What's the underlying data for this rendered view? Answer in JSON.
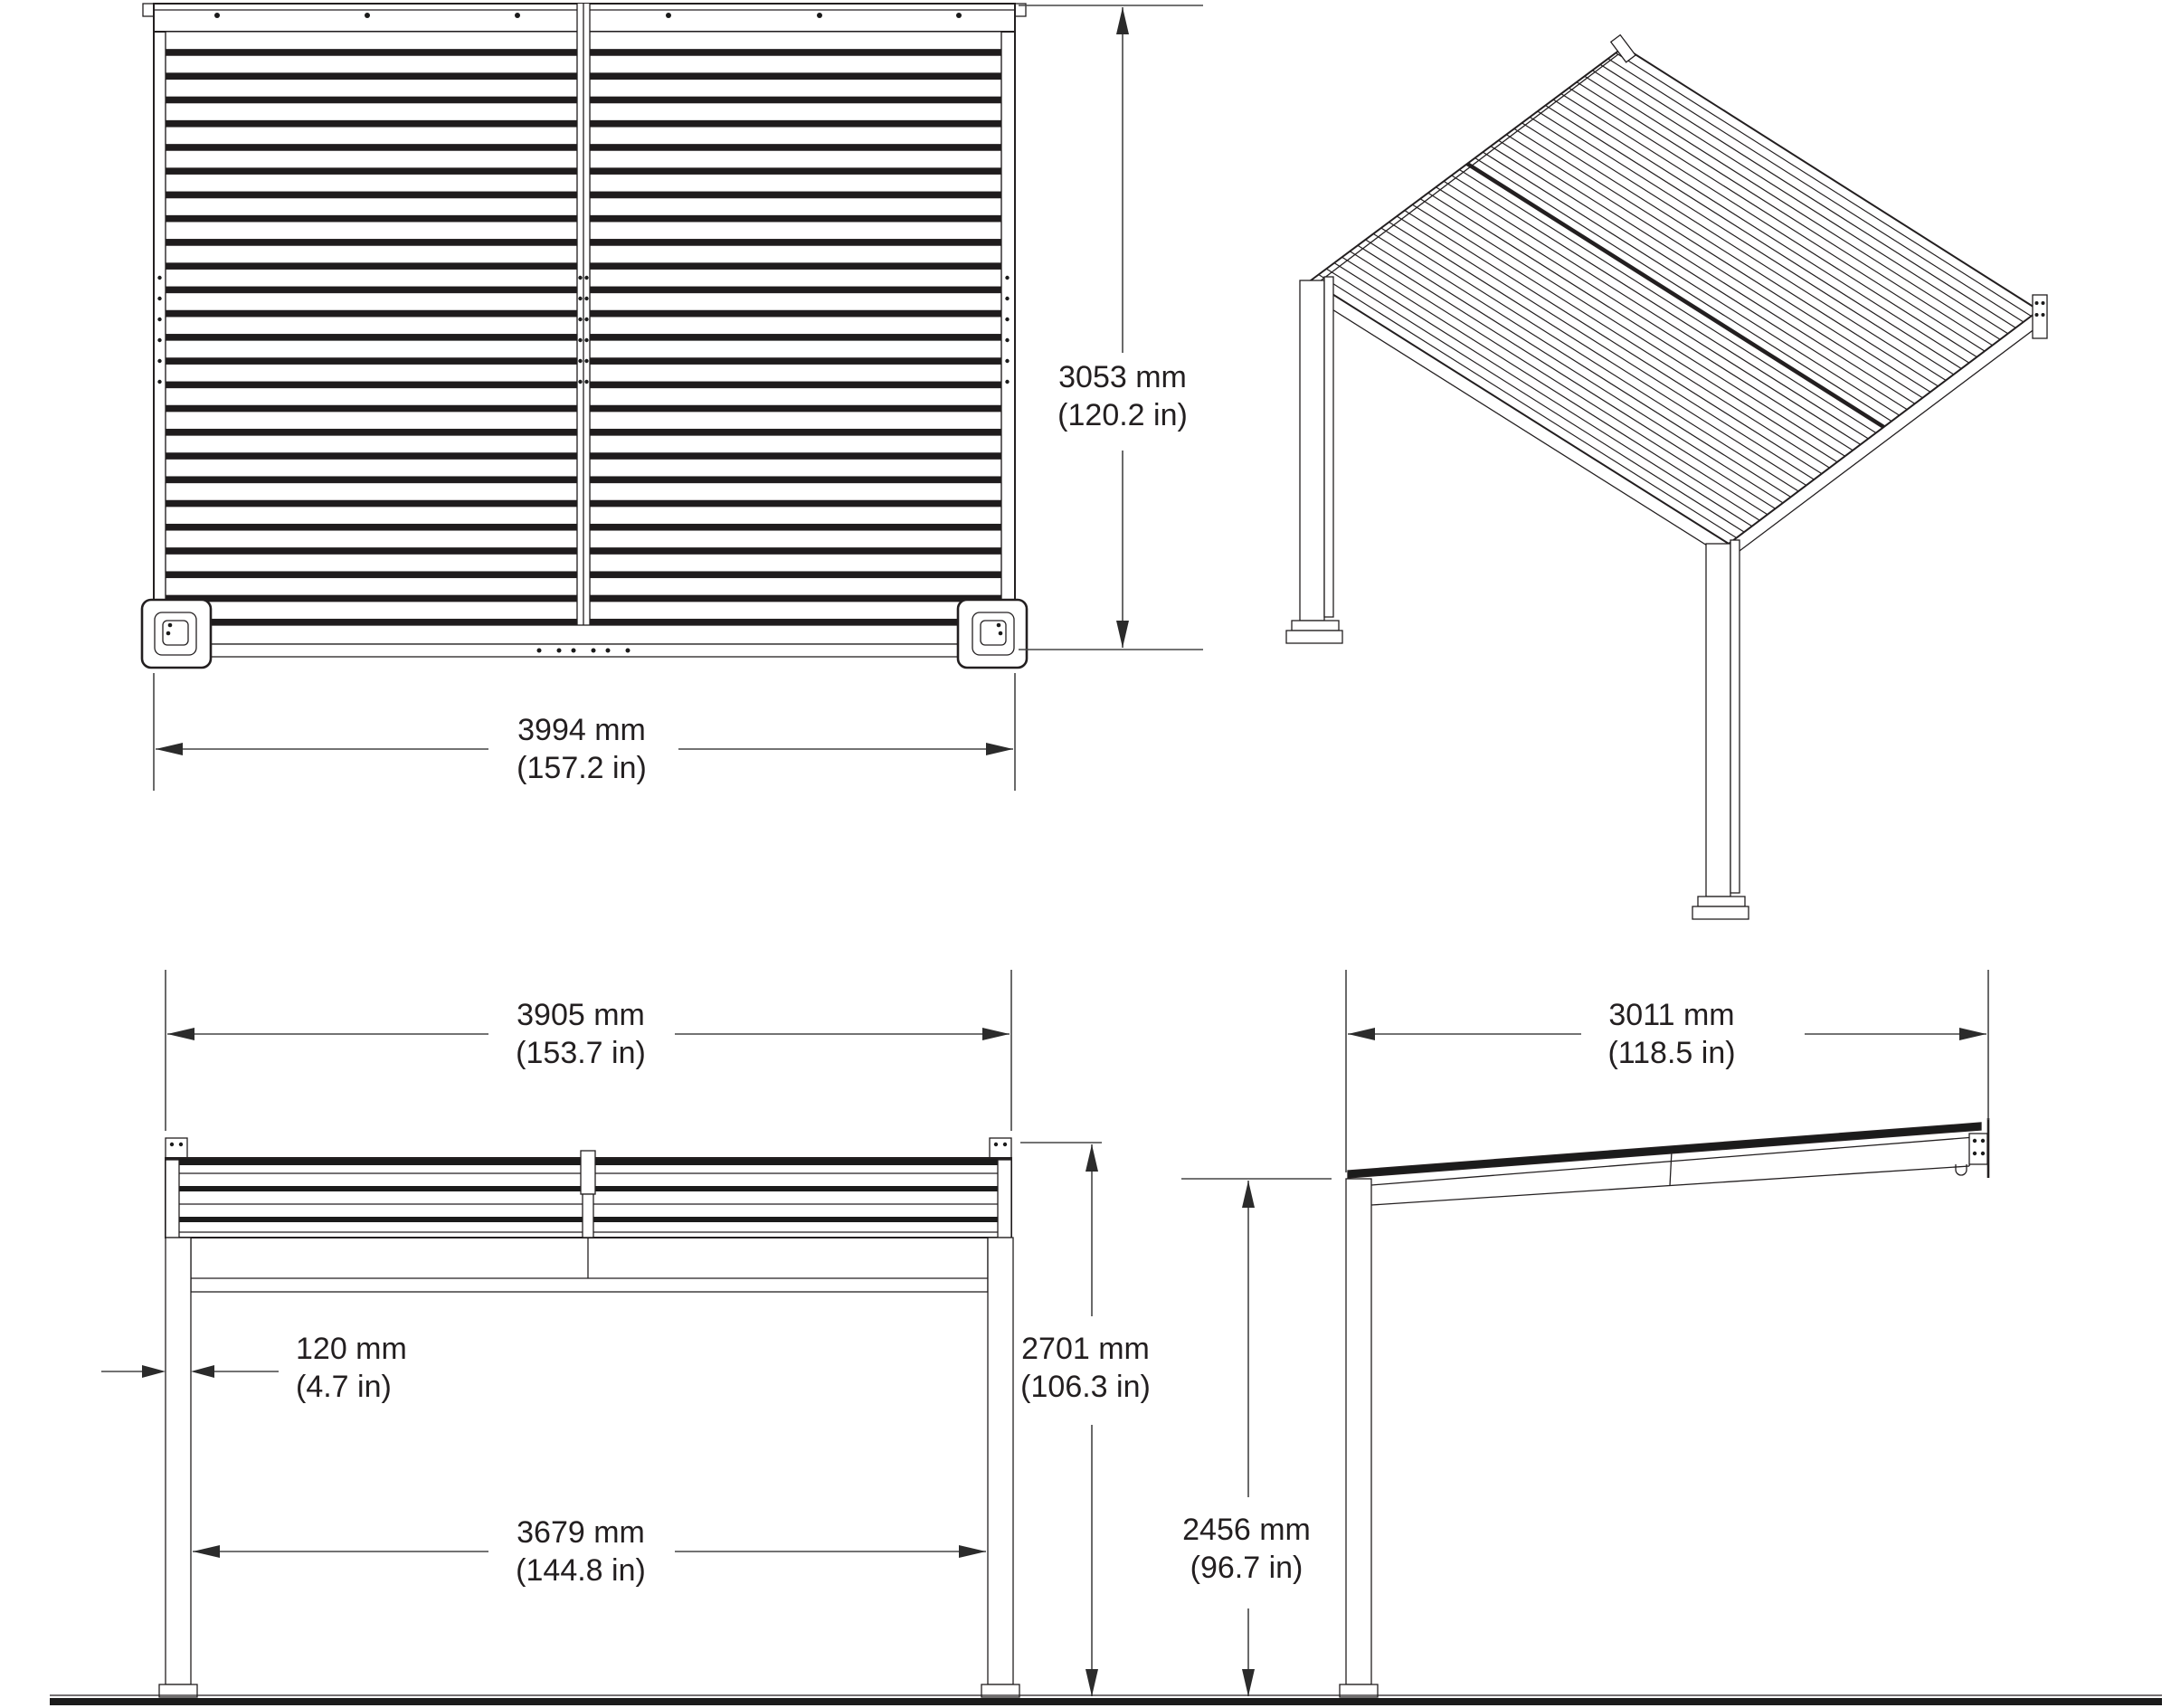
{
  "drawing": {
    "subject": "louvered wall-mounted pergola dimension drawing",
    "views": {
      "plan": {
        "depth": {
          "mm": "3053 mm",
          "in": "(120.2 in)"
        },
        "width": {
          "mm": "3994 mm",
          "in": "(157.2 in)"
        }
      },
      "front": {
        "overall_width": {
          "mm": "3905 mm",
          "in": "(153.7 in)"
        },
        "post_width": {
          "mm": "120 mm",
          "in": "(4.7 in)"
        },
        "overall_height": {
          "mm": "2701 mm",
          "in": "(106.3 in)"
        },
        "clear_span": {
          "mm": "3679 mm",
          "in": "(144.8 in)"
        }
      },
      "side": {
        "overall_depth": {
          "mm": "3011 mm",
          "in": "(118.5 in)"
        },
        "post_height": {
          "mm": "2456 mm",
          "in": "(96.7 in)"
        }
      }
    },
    "colors": {
      "line": "#231f20",
      "dimension": "#454545",
      "background": "#ffffff"
    }
  }
}
